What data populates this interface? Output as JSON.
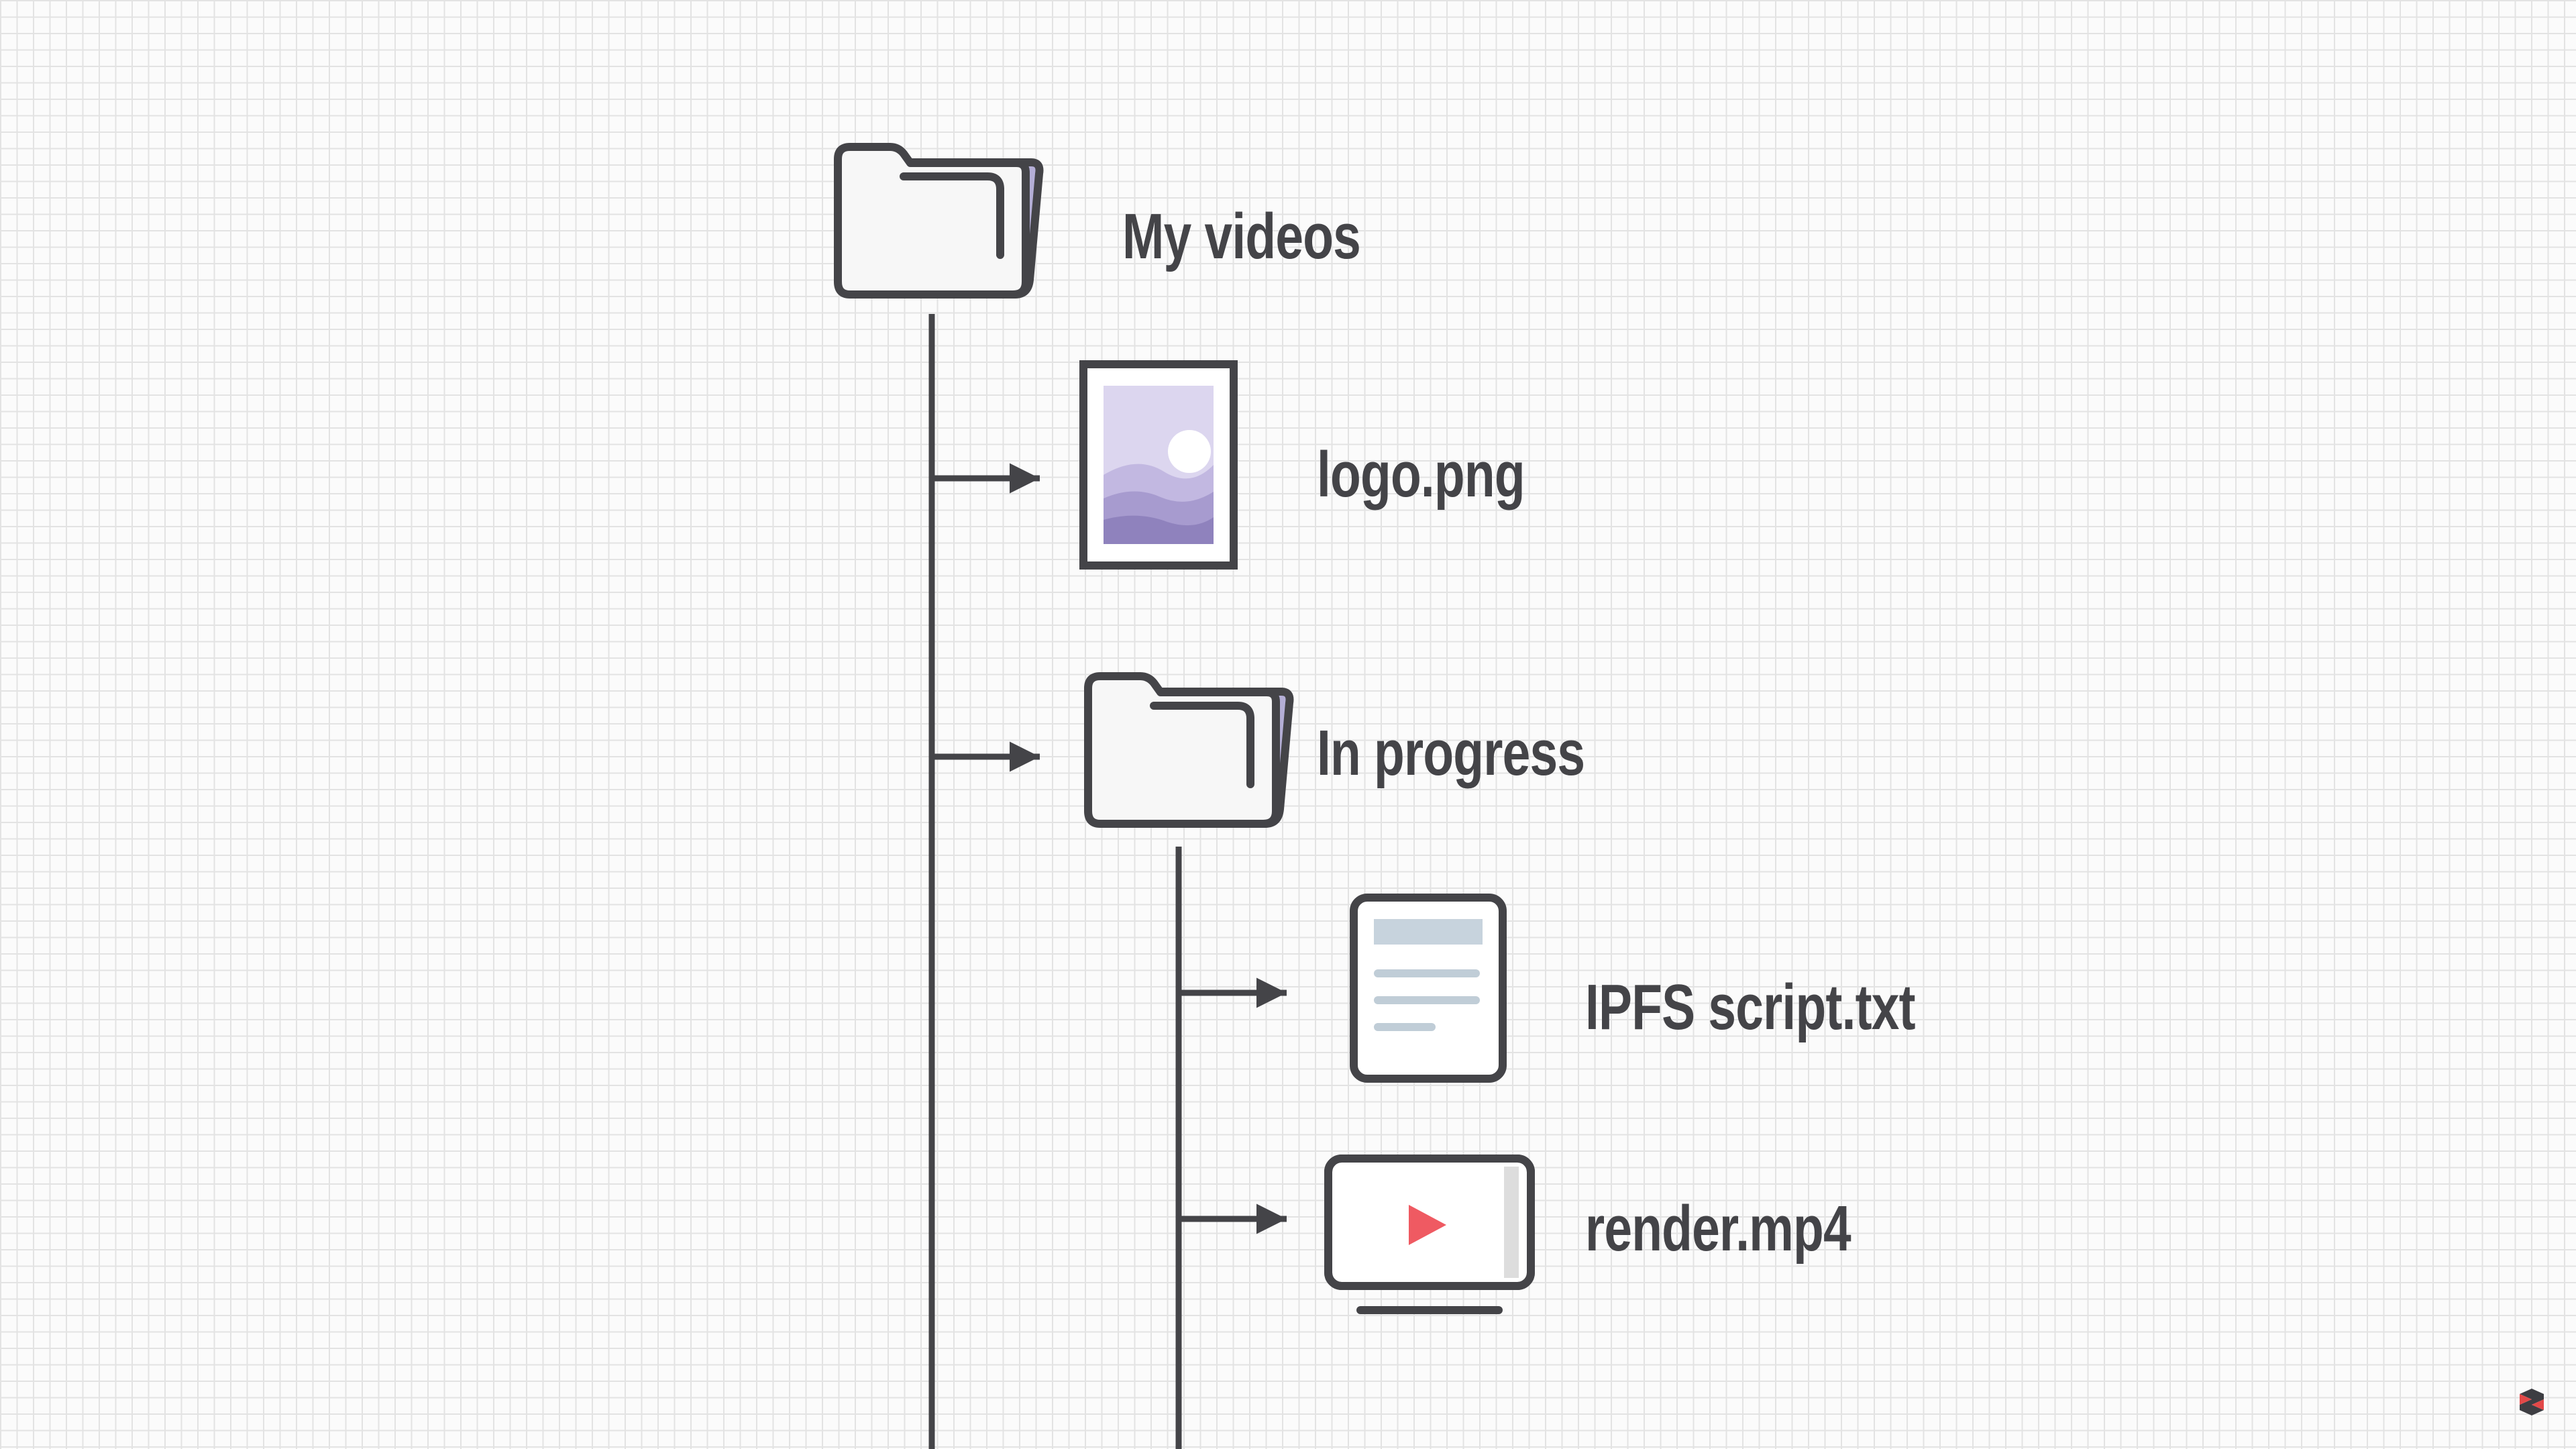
{
  "tree": {
    "root": {
      "label": "My videos",
      "icon": "folder-icon",
      "children": [
        {
          "label": "logo.png",
          "icon": "image-file-icon"
        },
        {
          "label": "In progress",
          "icon": "folder-icon",
          "children": [
            {
              "label": "IPFS script.txt",
              "icon": "text-file-icon"
            },
            {
              "label": "render.mp4",
              "icon": "video-monitor-icon"
            }
          ]
        }
      ]
    }
  },
  "colors": {
    "stroke": "#444448",
    "folder_back": "#b4aed6",
    "image_sky": "#dcd6ef",
    "image_mountains": "#a79bcf",
    "doc_header": "#c7d3dd",
    "doc_lines": "#c0cdd7",
    "play_button": "#ef5a62",
    "grid_line": "#e3e3e3"
  }
}
